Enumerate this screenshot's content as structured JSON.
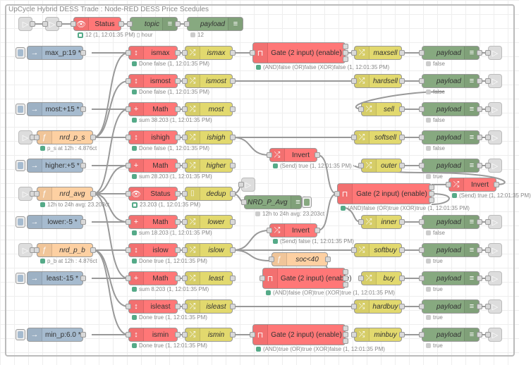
{
  "group": {
    "title": "UpCycle Hybrid DESS Trade : Node-RED DESS Price Scedules"
  },
  "icons": {
    "inject": "→",
    "switch": "↕",
    "change": "⤮",
    "math": "+",
    "status": "👁",
    "debug": "≡",
    "function": "ƒ",
    "gate": "⊓",
    "dedup": "⌷",
    "link": "▷"
  },
  "top_row": {
    "status_node": {
      "label": "Status",
      "status": "12 (1, 12:01:35 PM) ▯ hour"
    },
    "topic_debug": {
      "label": "topic"
    },
    "payload_debug": {
      "label": "payload",
      "status": "12"
    }
  },
  "injects": [
    {
      "label": "max_p:19 *"
    },
    {
      "label": "most:+15 *"
    },
    {
      "label": "higher:+5 *"
    },
    {
      "label": "lower:-5 *"
    },
    {
      "label": "least:-15 *"
    },
    {
      "label": "min_p:6.0 *"
    }
  ],
  "functions": [
    {
      "label": "nrd_p_s",
      "status": "p_s at 12h : 4.876ct"
    },
    {
      "label": "nrd_avg",
      "status": "12h to 24h avg: 23.203ct"
    },
    {
      "label": "nrd_p_b",
      "status": "p_b at 12h : 4.876ct"
    }
  ],
  "mid_nodes": [
    {
      "label": "ismax",
      "status": "Done false (1, 12:01:35 PM)"
    },
    {
      "label": "ismost",
      "status": "Done false (1, 12:01:35 PM)"
    },
    {
      "label": "Math",
      "status": "sum 38.203 (1, 12:01:35 PM)"
    },
    {
      "label": "ishigh",
      "status": "Done false (1, 12:01:35 PM)"
    },
    {
      "label": "Math",
      "status": "sum 28.203 (1, 12:01:35 PM)"
    },
    {
      "label": "Status",
      "status": "23.203 (1, 12:01:35 PM)"
    },
    {
      "label": "Math",
      "status": "sum 18.203 (1, 12:01:35 PM)"
    },
    {
      "label": "islow",
      "status": "Done true (1, 12:01:35 PM)"
    },
    {
      "label": "Math",
      "status": "sum 8.203 (1, 12:01:35 PM)"
    },
    {
      "label": "isleast",
      "status": "Done true (1, 12:01:35 PM)"
    },
    {
      "label": "ismin",
      "status": "Done true (1, 12:01:35 PM)"
    }
  ],
  "change_nodes": [
    "ismax",
    "ismost",
    "most",
    "ishigh",
    "higher",
    "dedup",
    "lower",
    "islow",
    "least",
    "isleast",
    "ismin"
  ],
  "nrd_debug": {
    "label": "NRD_P_Avg",
    "status": "12h to 24h avg: 23.203ct"
  },
  "gates": [
    {
      "label": "Gate (2 input) (enable)",
      "status": "(AND)false (OR)false (XOR)false (1, 12:01:35 PM)"
    },
    {
      "label": "Gate (2 input) (enable)",
      "status": "(AND)false (OR)true (XOR)true (1, 12:01:35 PM)"
    },
    {
      "label": "Gate (2 input) (enable)",
      "status": "(AND)false (OR)true (XOR)true (1, 12:01:35 PM)"
    },
    {
      "label": "Gate (2 input) (enable)",
      "status": "(AND)true (OR)true (XOR)false (1, 12:01:35 PM)"
    }
  ],
  "inverts": [
    {
      "label": "Invert",
      "status": "(Send) true (1, 12:01:35 PM)"
    },
    {
      "label": "Invert",
      "status": "(Send) false (1, 12:01:35 PM)"
    },
    {
      "label": "Invert",
      "status": "(Send) true (1, 12:01:35 PM)"
    }
  ],
  "soc_function": {
    "label": "soc<40"
  },
  "outputs": [
    {
      "label": "maxsell",
      "debug": "payload",
      "status": "false"
    },
    {
      "label": "hardsell",
      "debug": "payload",
      "status": "false"
    },
    {
      "label": "sell",
      "debug": "payload",
      "status": "false"
    },
    {
      "label": "softsell",
      "debug": "payload",
      "status": "false"
    },
    {
      "label": "outer",
      "debug": "payload",
      "status": "true"
    },
    {
      "label": "inner",
      "debug": "payload",
      "status": "false"
    },
    {
      "label": "softbuy",
      "debug": "payload",
      "status": "true"
    },
    {
      "label": "buy",
      "debug": "payload",
      "status": "true"
    },
    {
      "label": "hardbuy",
      "debug": "payload",
      "status": "true"
    },
    {
      "label": "minbuy",
      "debug": "payload",
      "status": "true"
    }
  ]
}
